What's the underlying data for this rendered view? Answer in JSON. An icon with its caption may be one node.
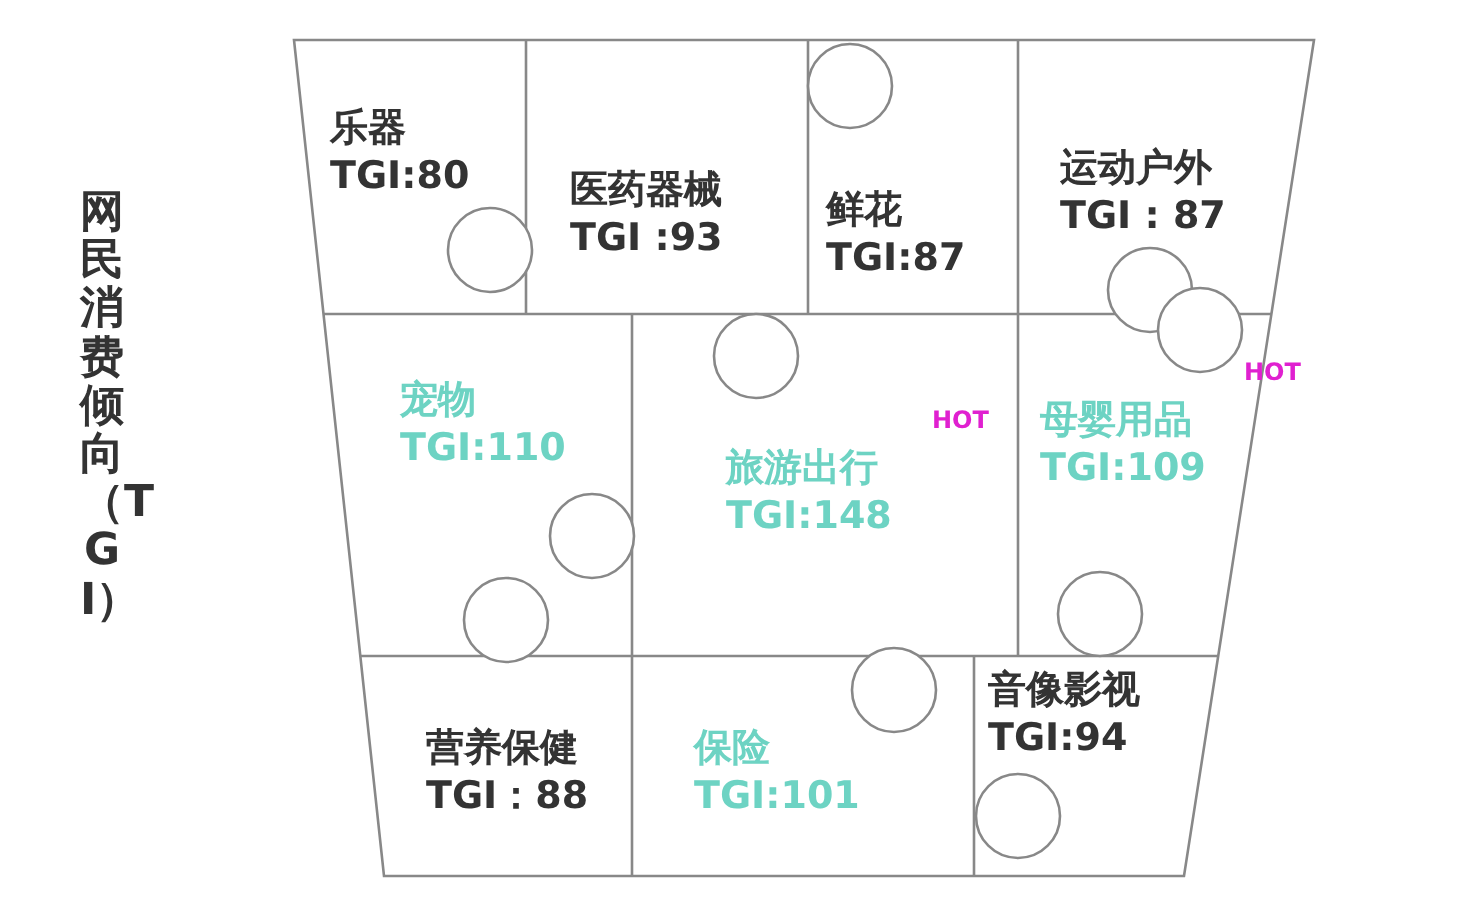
{
  "diagram": {
    "title": "网民消费倾向（TGI）",
    "nodes": [
      {
        "text": [
          "乐器",
          "TGI:80"
        ]
      },
      {
        "text": [
          "医药器械",
          "TGI :93"
        ]
      },
      {
        "text": [
          "鲜花",
          "TGI:87"
        ]
      },
      {
        "text": [
          "运动户外",
          "TGI : 87"
        ]
      },
      {
        "text": [
          "宠物",
          "TGI:110"
        ]
      },
      {
        "text": [
          "旅游出行",
          "TGI:148"
        ],
        "beside": [
          "HOT"
        ]
      },
      {
        "text": [
          "母婴用品",
          "TGI:109"
        ],
        "beside": [
          "HOT"
        ]
      },
      {
        "text": [
          "营养保健",
          "TGI：88"
        ]
      },
      {
        "text": [
          "保险",
          "TGI:101"
        ]
      },
      {
        "text": [
          "音像影视",
          "TGI:94"
        ]
      }
    ]
  }
}
